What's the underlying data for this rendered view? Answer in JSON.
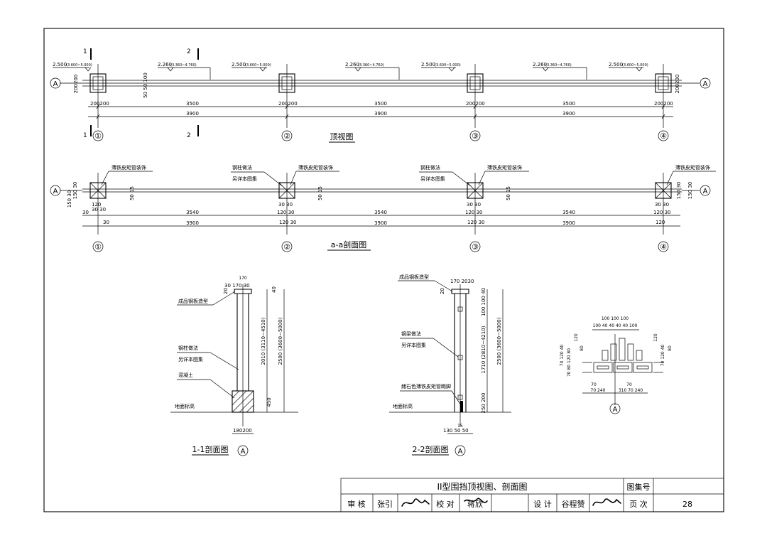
{
  "colors": {
    "ink": "#000000",
    "paper": "#ffffff"
  },
  "grid_labels": [
    "①",
    "②",
    "③",
    "④"
  ],
  "axis_label": "A",
  "plan": {
    "title": "顶视图",
    "cut1": "1",
    "cut2": "2",
    "elev_pole": "2.500",
    "elev_pole_range": "(3.600~5.000)",
    "elev_span": "2.260",
    "elev_span_range": "(3.360~4.760)",
    "dim_span": "3500",
    "dim_total": "3900",
    "dim_200": "200",
    "dim_200200": "200200",
    "dim_50100": "50 50 100"
  },
  "section_aa": {
    "title": "a-a剖面图",
    "note_trim": "薄铁皮矩管装饰",
    "note_steel_1": "钢柱做法",
    "note_steel_2": "另详本图集",
    "dim_span": "3540",
    "dim_total": "3900",
    "dim_30": "30",
    "dim_120": "120",
    "dim_3030": "30 30",
    "dim_12030": "120 30",
    "dim_150": "150 30",
    "dim_5015": "50 15"
  },
  "section_11": {
    "title": "1-1剖面图",
    "note_top": "成品钢板造型",
    "note_steel_1": "钢柱做法",
    "note_steel_2": "另详本图集",
    "note_concrete": "混凝土",
    "note_ground": "地面标高",
    "dim_top": "30 170 30",
    "dim_20": "20",
    "dim_170": "170",
    "dim_40": "40",
    "dim_2010": "2010 (3110~4510)",
    "dim_2500": "2500 (3600~5000)",
    "dim_450": "450",
    "dim_bottom": "180200"
  },
  "section_22": {
    "title": "2-2剖面图",
    "note_top": "成品钢板造型",
    "note_beam_1": "钢梁做法",
    "note_beam_2": "另详本图集",
    "note_foot": "赭石色薄铁皮矩管踢脚",
    "note_ground": "地面标高",
    "dim_top": "170 2030",
    "dim_100": "100 100 40",
    "dim_1710": "1710 (2810~4210)",
    "dim_2500": "2500 (3600~5000)",
    "dim_250": "250 200",
    "dim_bottom": "130 50 50",
    "dim_15": "15"
  },
  "detail": {
    "dim_top": "100 100 100",
    "dim_top2": "100 40 40 40 40 100",
    "dim_left": "70 120 40",
    "dim_left2": "70 80 120 80",
    "dim_right": "70 120 40",
    "dim_120": "120",
    "dim_80": "80",
    "dim_bottom1": "70 240",
    "dim_bottom2": "310 70 240",
    "dim_70": "70"
  },
  "titleblock": {
    "title": "II型围挡顶视图、剖面图",
    "atlas_label": "图集号",
    "audit_label": "审  核",
    "audit_name": "张引",
    "check_label": "校  对",
    "check_name": "蒋欣",
    "design_label": "设  计",
    "design_name": "谷程赞",
    "page_label": "页  次",
    "page_no": "28"
  }
}
